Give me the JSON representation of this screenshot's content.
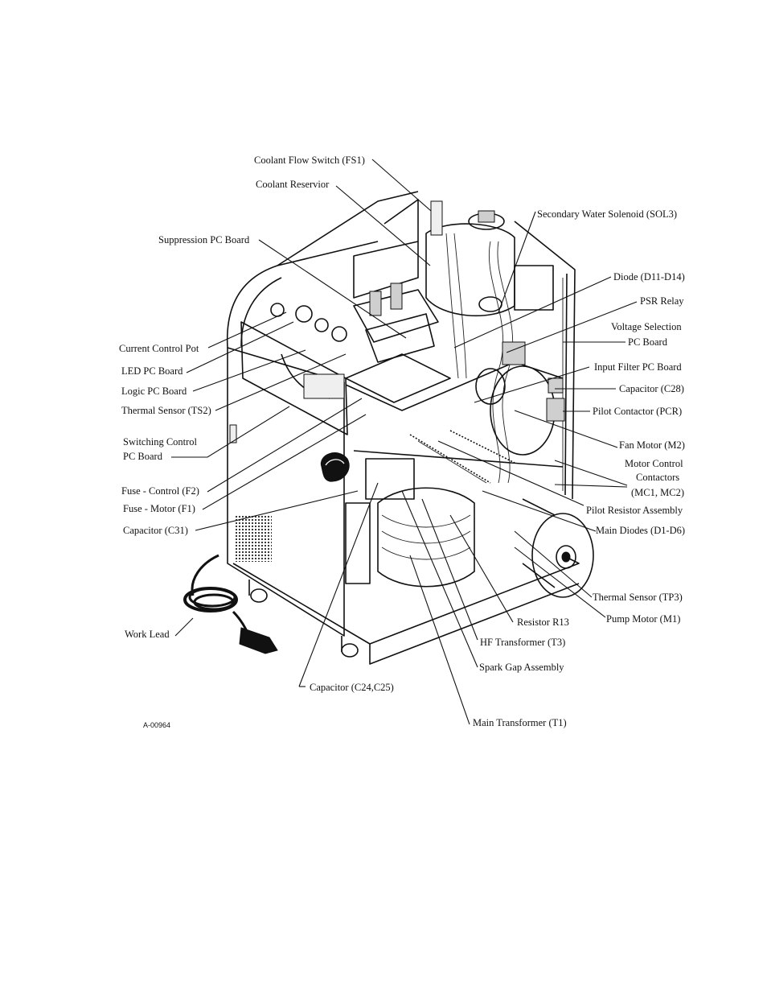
{
  "figure_id": "A-00964",
  "labels": {
    "coolant_flow_switch": "Coolant Flow Switch (FS1)",
    "coolant_reservior": "Coolant Reservior",
    "secondary_water_solenoid": "Secondary Water Solenoid (SOL3)",
    "suppression_pc_board": "Suppression PC Board",
    "diode": "Diode (D11-D14)",
    "psr_relay": "PSR Relay",
    "voltage_selection_1": "Voltage Selection",
    "voltage_selection_2": "PC Board",
    "current_control_pot": "Current Control Pot",
    "led_pc_board": "LED PC Board",
    "input_filter_pc_board": "Input Filter PC Board",
    "logic_pc_board": "Logic PC Board",
    "capacitor_c28": "Capacitor (C28)",
    "thermal_sensor_ts2": "Thermal Sensor (TS2)",
    "pilot_contactor": "Pilot Contactor (PCR)",
    "switching_control_1": "Switching Control",
    "switching_control_2": "PC Board",
    "fan_motor": "Fan Motor (M2)",
    "motor_control_1": "Motor Control",
    "motor_control_2": "Contactors",
    "motor_control_3": "(MC1, MC2)",
    "fuse_control": "Fuse - Control (F2)",
    "fuse_motor": "Fuse - Motor (F1)",
    "pilot_resistor_assembly": "Pilot Resistor Assembly",
    "capacitor_c31": "Capacitor (C31)",
    "main_diodes": "Main Diodes (D1-D6)",
    "thermal_sensor_tp3": "Thermal Sensor (TP3)",
    "resistor_r13": "Resistor R13",
    "pump_motor": "Pump Motor (M1)",
    "work_lead": "Work Lead",
    "hf_transformer": "HF Transformer (T3)",
    "spark_gap_assembly": "Spark Gap Assembly",
    "capacitor_c24_c25": "Capacitor (C24,C25)",
    "main_transformer": "Main Transformer (T1)"
  }
}
